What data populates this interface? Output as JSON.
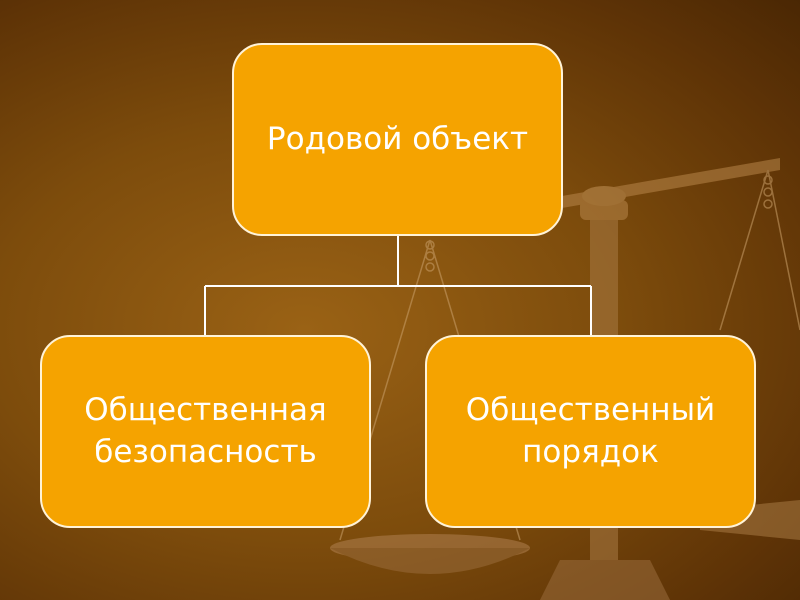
{
  "diagram": {
    "root": {
      "label": "Родовой объект"
    },
    "children": [
      {
        "label": "Общественная безопасность"
      },
      {
        "label": "Общественный порядок"
      }
    ]
  },
  "colors": {
    "background": "#7d4c0c",
    "box_fill": "#f5a300",
    "box_border": "#fff3d8",
    "text": "#ffffff",
    "connector": "#ffffff"
  },
  "background_image": "scales-of-justice"
}
